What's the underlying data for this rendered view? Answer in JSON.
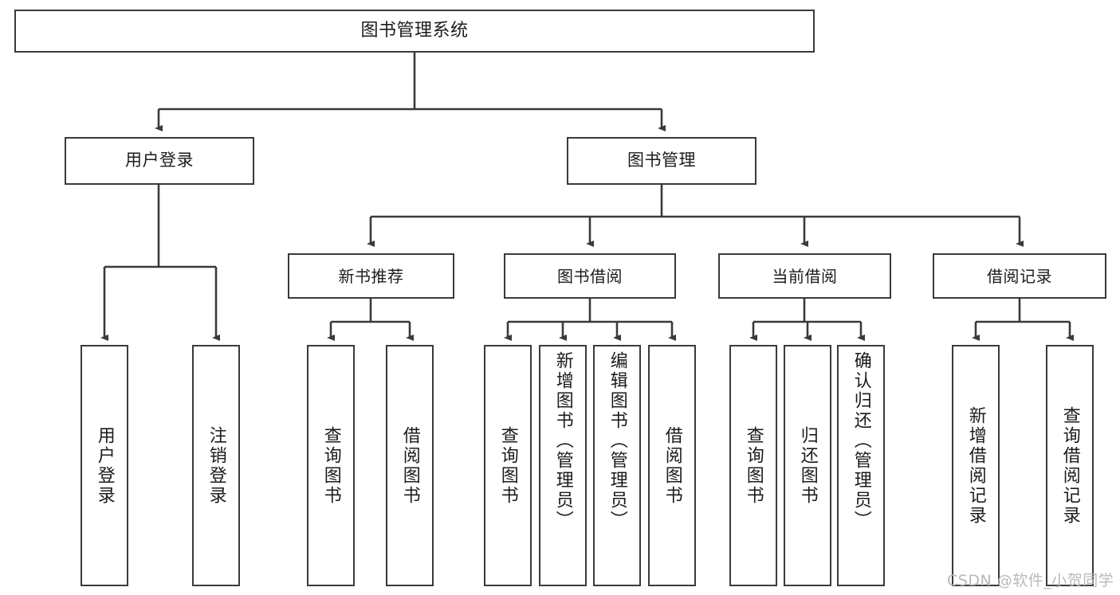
{
  "diagram": {
    "title": "图书管理系统",
    "type": "function-structure-tree",
    "background_color": "#ffffff",
    "stroke_color": "#3a3a3a",
    "text_color": "#1b1b1b",
    "nodes": {
      "root": {
        "label": "图书管理系统"
      },
      "level2": [
        {
          "id": "user-login",
          "label": "用户登录"
        },
        {
          "id": "book-manage",
          "label": "图书管理"
        }
      ],
      "level3": [
        {
          "id": "new-book-recommend",
          "label": "新书推荐"
        },
        {
          "id": "book-borrow",
          "label": "图书借阅"
        },
        {
          "id": "current-borrow",
          "label": "当前借阅"
        },
        {
          "id": "borrow-record",
          "label": "借阅记录"
        }
      ],
      "leaves": {
        "user_login": [
          {
            "id": "leaf-user-login",
            "label": "用户登录"
          },
          {
            "id": "leaf-logout-login",
            "label": "注销登录"
          }
        ],
        "new_book_recommend": [
          {
            "id": "leaf-query-book-1",
            "label": "查询图书"
          },
          {
            "id": "leaf-borrow-book-1",
            "label": "借阅图书"
          }
        ],
        "book_borrow": [
          {
            "id": "leaf-query-book-2",
            "label": "查询图书"
          },
          {
            "id": "leaf-add-book-admin",
            "label": "新增图书（管理员）"
          },
          {
            "id": "leaf-edit-book-admin",
            "label": "编辑图书（管理员）"
          },
          {
            "id": "leaf-borrow-book-2",
            "label": "借阅图书"
          }
        ],
        "current_borrow": [
          {
            "id": "leaf-query-book-3",
            "label": "查询图书"
          },
          {
            "id": "leaf-return-book",
            "label": "归还图书"
          },
          {
            "id": "leaf-confirm-return-admin",
            "label": "确认归还（管理员）"
          }
        ],
        "borrow_record": [
          {
            "id": "leaf-add-borrow-record",
            "label": "新增借阅记录"
          },
          {
            "id": "leaf-query-borrow-record",
            "label": "查询借阅记录"
          }
        ]
      }
    },
    "watermark": "CSDN @软件_小贺同学"
  }
}
